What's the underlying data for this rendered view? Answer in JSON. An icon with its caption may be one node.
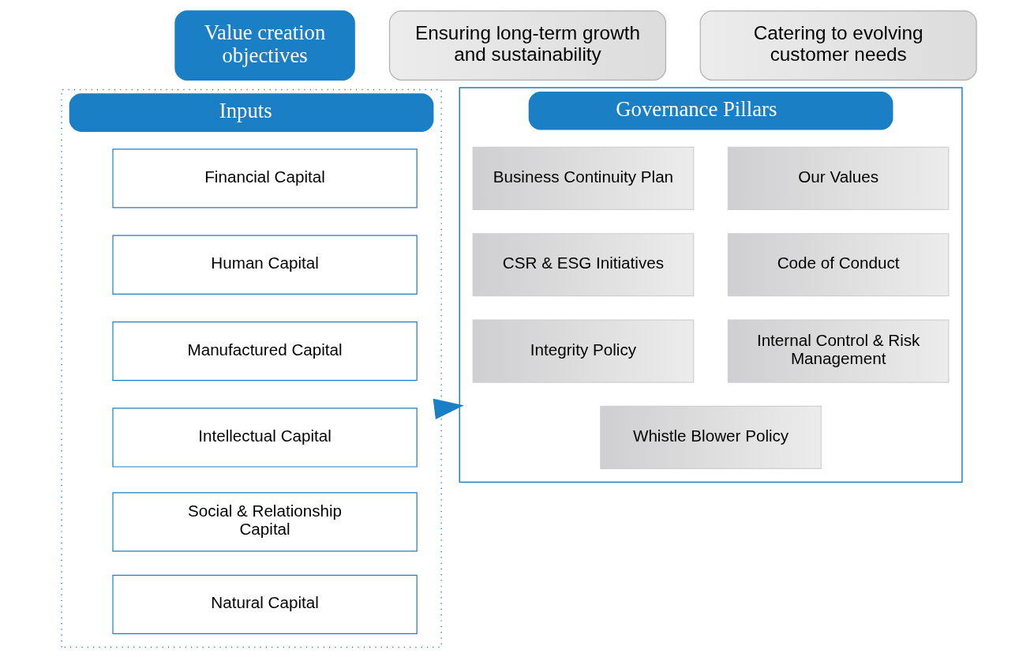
{
  "diagram": {
    "nodes": [
      {
        "text": [
          "Value creation objectives"
        ]
      },
      {
        "text": [
          "Ensuring long-term growth and sustainability"
        ]
      },
      {
        "text": [
          "Catering to evolving customer needs"
        ]
      },
      {
        "text": [
          "Inputs"
        ]
      },
      {
        "text": [
          "Financial Capital"
        ],
        "in": 3
      },
      {
        "text": [
          "Human Capital"
        ],
        "in": 3
      },
      {
        "text": [
          "Manufactured Capital"
        ],
        "in": 3
      },
      {
        "text": [
          "Intellectual Capital"
        ],
        "in": 3
      },
      {
        "text": [
          "Social & Relationship Capital"
        ],
        "in": 3
      },
      {
        "text": [
          "Natural Capital"
        ],
        "in": 3
      },
      {
        "text": [
          "Governance Pillars"
        ]
      },
      {
        "text": [
          "Our Values"
        ],
        "in": 10
      },
      {
        "text": [
          "Business Continuity Plan"
        ],
        "in": 10
      },
      {
        "text": [
          "Code of Conduct"
        ],
        "in": 10
      },
      {
        "text": [
          "CSR & ESG Initiatives"
        ],
        "in": 10
      },
      {
        "text": [
          "Internal Control & Risk Management"
        ],
        "in": 10
      },
      {
        "text": [
          "Integrity Policy"
        ],
        "in": 10
      },
      {
        "text": [
          "Whistle Blower Policy"
        ],
        "in": 10
      }
    ],
    "edges": [
      {
        "from": 3,
        "to": 10,
        "arrow": "to",
        "style": "thick"
      }
    ]
  }
}
